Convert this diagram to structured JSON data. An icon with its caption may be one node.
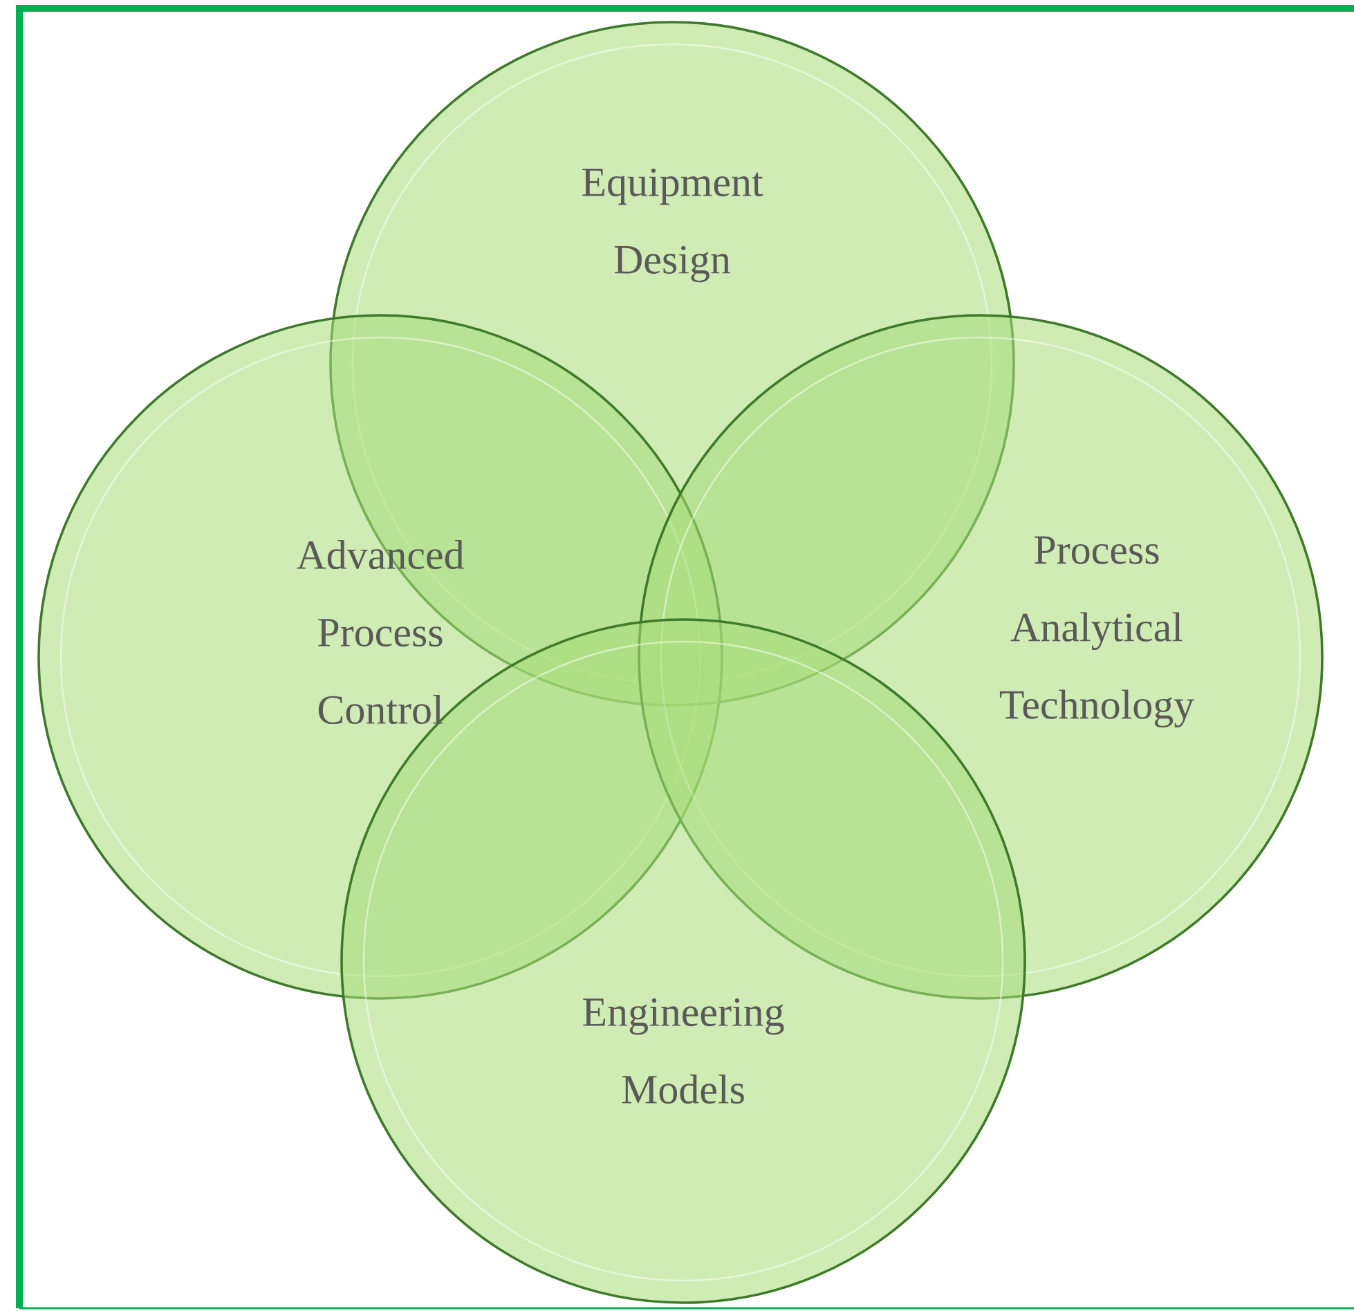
{
  "diagram": {
    "nodes": [
      {
        "text": [
          "Equipment Design"
        ]
      },
      {
        "text": [
          "Advanced Process Control"
        ]
      },
      {
        "text": [
          "Process Analytical Technology"
        ]
      },
      {
        "text": [
          "Engineering Models"
        ]
      }
    ]
  }
}
